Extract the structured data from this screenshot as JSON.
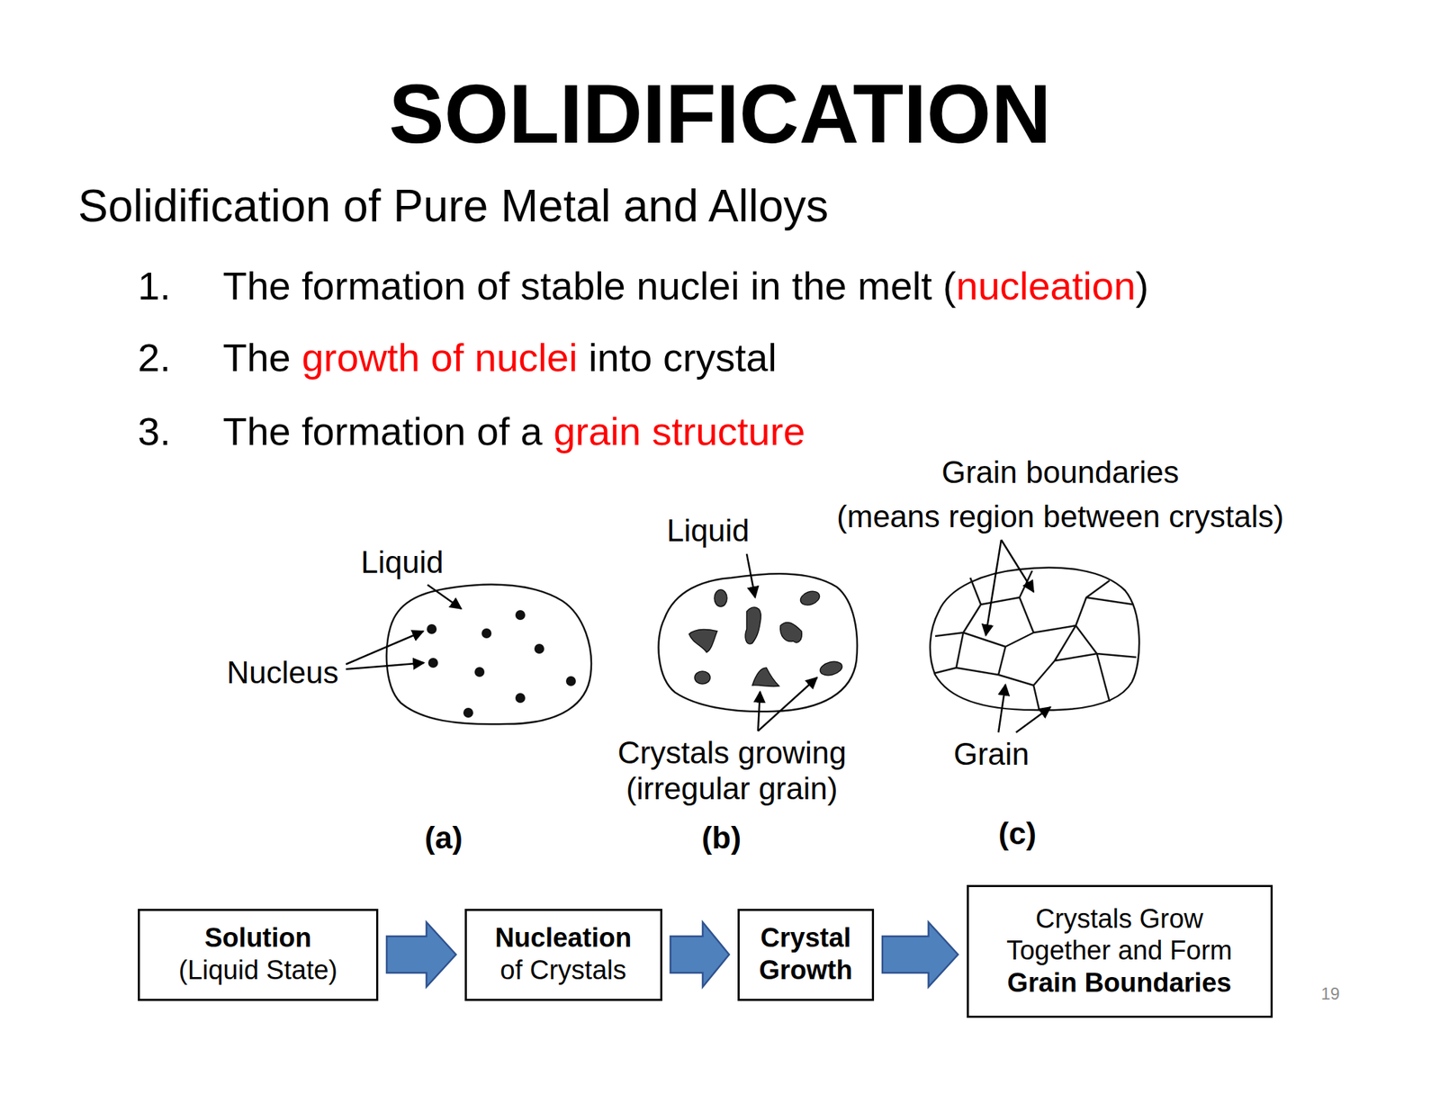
{
  "diagram": {
    "title": "SOLIDIFICATION",
    "nodes": [
      {
        "text": [
          "Solution",
          "(Liquid State)"
        ]
      },
      {
        "text": [
          "Nucleation",
          "of Crystals"
        ]
      },
      {
        "text": [
          "Crystal Growth"
        ]
      },
      {
        "text": [
          "Crystals Grow Together and Form",
          "Grain Boundaries"
        ]
      }
    ],
    "edges": [
      {
        "from": 0,
        "to": 1,
        "arrow": "to"
      },
      {
        "from": 1,
        "to": 2,
        "arrow": "to"
      },
      {
        "from": 2,
        "to": 3,
        "arrow": "to"
      }
    ],
    "labels": [
      "Solidification of Pure Metal and Alloys",
      "1.",
      "The formation of stable nuclei in the melt (",
      "nucleation",
      ")",
      "2.",
      "The",
      "growth of nuclei",
      "into crystal",
      "3.",
      "The formation of a",
      "grain structure",
      "Grain boundaries",
      "(means region between crystals)",
      "Liquid",
      "Liquid",
      "Nucleus",
      "Crystals growing (irregular grain)",
      "Grain",
      "(a)",
      "(b)",
      "(c)",
      "19"
    ]
  }
}
